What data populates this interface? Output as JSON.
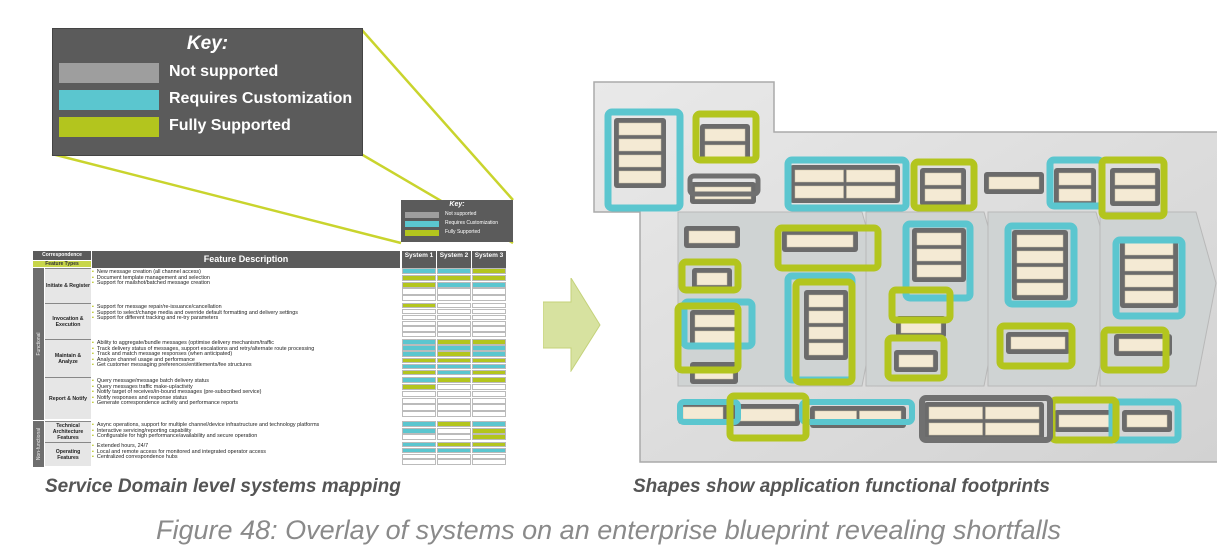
{
  "key_large": {
    "title": "Key:",
    "items": [
      {
        "label": "Not supported",
        "color": "#9e9e9e"
      },
      {
        "label": "Requires Customization",
        "color": "#5bc6cf"
      },
      {
        "label": "Fully Supported",
        "color": "#b3c51e"
      }
    ]
  },
  "key_small": {
    "title": "Key:",
    "items": [
      {
        "label": "Not supported",
        "color": "#9e9e9e"
      },
      {
        "label": "Requires Customization",
        "color": "#5bc6cf"
      },
      {
        "label": "Fully Supported",
        "color": "#b3c51e"
      }
    ]
  },
  "table": {
    "header_left_top": "Correspondence",
    "header_left_bottom": "Feature Types",
    "header_feature": "Feature Description",
    "systems": [
      "System 1",
      "System 2",
      "System 3"
    ],
    "sidebar_functional": "Functional",
    "sidebar_non_functional": "Non-functional",
    "groups": [
      {
        "name": "Initiate & Register",
        "features": [
          "New message creation (all channel access)",
          "Document template management and selection",
          "Support for mailshot/batched message creation"
        ],
        "cells": [
          [
            "C",
            "C",
            "G"
          ],
          [
            "G",
            "G",
            "G"
          ],
          [
            "G",
            "C",
            "C"
          ],
          [
            "N",
            "N",
            "N"
          ],
          [
            "N",
            "N",
            "N"
          ]
        ]
      },
      {
        "name": "Invocation & Execution",
        "features": [
          "Support for message repair/re-issuance/cancellation",
          "Support to select/change media and override default formatting and delivery settings",
          "Support for different tracking and re-try parameters"
        ],
        "cells": [
          [
            "G",
            "N",
            "N"
          ],
          [
            "N",
            "N",
            "N"
          ],
          [
            "N",
            "N",
            "N"
          ],
          [
            "N",
            "N",
            "N"
          ],
          [
            "N",
            "N",
            "N"
          ],
          [
            "N",
            "N",
            "N"
          ]
        ]
      },
      {
        "name": "Maintain & Analyze",
        "features": [
          "Ability to aggregate/bundle messages (optimise delivery mechanism/traffic",
          "Track delivery status of messages, support escalations and retry/alternate route processing",
          "Track and match message responses (when anticipated)",
          "Analyze channel usage and performance",
          "Get customer messaging preferences/entitlements/fee structures"
        ],
        "cells": [
          [
            "C",
            "G",
            "G"
          ],
          [
            "C",
            "C",
            "C"
          ],
          [
            "C",
            "G",
            "C"
          ],
          [
            "G",
            "G",
            "G"
          ],
          [
            "C",
            "C",
            "C"
          ],
          [
            "G",
            "C",
            "G"
          ]
        ]
      },
      {
        "name": "Report & Notify",
        "features": [
          "Query message/message batch delivery status",
          "Query messages traffic make-up/activity",
          "Notify target of receives/in-bound messages (pre-subscribed service)",
          "Notify responses and response status",
          "Generate correspondence activity and performance reports"
        ],
        "cells": [
          [
            "C",
            "G",
            "G"
          ],
          [
            "G",
            "N",
            "N"
          ],
          [
            "N",
            "N",
            "N"
          ],
          [
            "N",
            "N",
            "N"
          ],
          [
            "N",
            "N",
            "N"
          ],
          [
            "N",
            "N",
            "N"
          ]
        ]
      },
      {
        "name": "Technical Architecture Features",
        "features": [
          "Async operations, support for multiple channel/device infrastructure and technology platforms",
          "Interactive servicing/reporting capability",
          "Configurable for high performance/availability and secure  operation"
        ],
        "cells": [
          [
            "C",
            "G",
            "C"
          ],
          [
            "C",
            "N",
            "G"
          ],
          [
            "N",
            "N",
            "G"
          ]
        ]
      },
      {
        "name": "Operating Features",
        "features": [
          "Extended hours, 24/7",
          "Local and remote access for monitored and integrated operator access",
          "Centralized correspondence hubs"
        ],
        "cells": [
          [
            "C",
            "G",
            "G"
          ],
          [
            "C",
            "C",
            "C"
          ],
          [
            "N",
            "N",
            "N"
          ],
          [
            "N",
            "N",
            "N"
          ]
        ]
      }
    ]
  },
  "captions": {
    "left": "Service Domain level systems mapping",
    "right": "Shapes show application functional footprints",
    "figure": "Figure 48: Overlay of systems on an enterprise blueprint revealing shortfalls"
  },
  "colors": {
    "not_supported": "#9e9e9e",
    "requires_customization": "#5bc6cf",
    "fully_supported": "#b3c51e",
    "arrow": "#d7e2a0"
  }
}
